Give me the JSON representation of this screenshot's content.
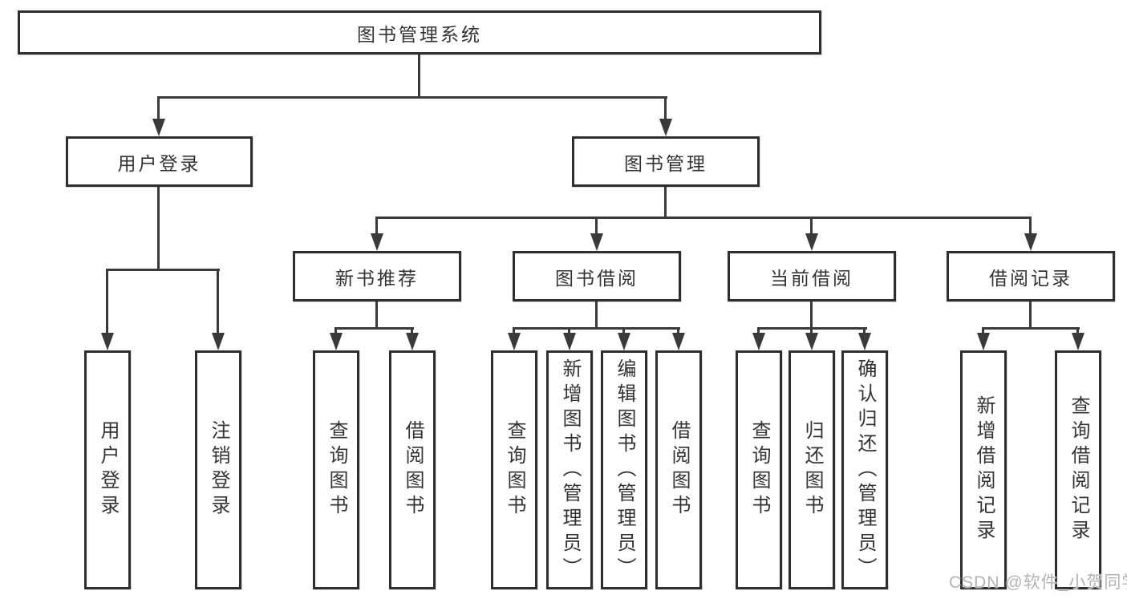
{
  "diagram": {
    "root": {
      "label": "图书管理系统"
    },
    "branches": [
      {
        "label": "用户登录",
        "children": [
          "用户登录",
          "注销登录"
        ]
      },
      {
        "label": "图书管理",
        "sections": [
          {
            "label": "新书推荐",
            "children": [
              "查询图书",
              "借阅图书"
            ]
          },
          {
            "label": "图书借阅",
            "children": [
              "查询图书",
              "新增图书（管理员）",
              "编辑图书（管理员）",
              "借阅图书"
            ]
          },
          {
            "label": "当前借阅",
            "children": [
              "查询图书",
              "归还图书",
              "确认归还（管理员）"
            ]
          },
          {
            "label": "借阅记录",
            "children": [
              "新增借阅记录",
              "查询借阅记录"
            ]
          }
        ]
      }
    ]
  },
  "watermark": {
    "text": "CSDN @软件_小贺同学"
  },
  "colors": {
    "line": "#3a3a3a",
    "box_border": "#2e2e2e",
    "text": "#333333",
    "background": "#ffffff",
    "watermark": "#b3b3b3"
  }
}
